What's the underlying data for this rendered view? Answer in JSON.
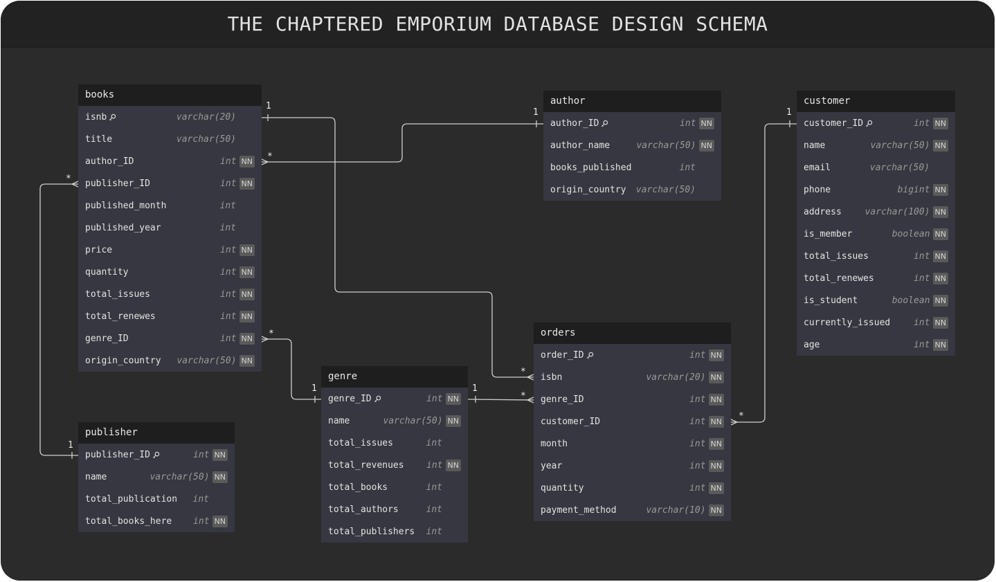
{
  "title": "THE CHAPTERED EMPORIUM DATABASE DESIGN SCHEMA",
  "colors": {
    "background": "#2b2b2b",
    "table_body": "#363740",
    "table_header": "#1e1e1e",
    "link": "#cfcfcf",
    "badge": "#5a5a5a"
  },
  "tables": {
    "books": {
      "name": "books",
      "fields": [
        {
          "name": "isnb",
          "type": "varchar(20)",
          "key": true,
          "nn": false
        },
        {
          "name": "title",
          "type": "varchar(50)",
          "key": false,
          "nn": false
        },
        {
          "name": "author_ID",
          "type": "int",
          "key": false,
          "nn": true
        },
        {
          "name": "publisher_ID",
          "type": "int",
          "key": false,
          "nn": true
        },
        {
          "name": "published_month",
          "type": "int",
          "key": false,
          "nn": false
        },
        {
          "name": "published_year",
          "type": "int",
          "key": false,
          "nn": false
        },
        {
          "name": "price",
          "type": "int",
          "key": false,
          "nn": true
        },
        {
          "name": "quantity",
          "type": "int",
          "key": false,
          "nn": true
        },
        {
          "name": "total_issues",
          "type": "int",
          "key": false,
          "nn": true
        },
        {
          "name": "total_renewes",
          "type": "int",
          "key": false,
          "nn": true
        },
        {
          "name": "genre_ID",
          "type": "int",
          "key": false,
          "nn": true
        },
        {
          "name": "origin_country",
          "type": "varchar(50)",
          "key": false,
          "nn": true
        }
      ]
    },
    "publisher": {
      "name": "publisher",
      "fields": [
        {
          "name": "publisher_ID",
          "type": "int",
          "key": true,
          "nn": true
        },
        {
          "name": "name",
          "type": "varchar(50)",
          "key": false,
          "nn": true
        },
        {
          "name": "total_publication",
          "type": "int",
          "key": false,
          "nn": false
        },
        {
          "name": "total_books_here",
          "type": "int",
          "key": false,
          "nn": true
        }
      ]
    },
    "genre": {
      "name": "genre",
      "fields": [
        {
          "name": "genre_ID",
          "type": "int",
          "key": true,
          "nn": true
        },
        {
          "name": "name",
          "type": "varchar(50)",
          "key": false,
          "nn": true
        },
        {
          "name": "total_issues",
          "type": "int",
          "key": false,
          "nn": false
        },
        {
          "name": "total_revenues",
          "type": "int",
          "key": false,
          "nn": true
        },
        {
          "name": "total_books",
          "type": "int",
          "key": false,
          "nn": false
        },
        {
          "name": "total_authors",
          "type": "int",
          "key": false,
          "nn": false
        },
        {
          "name": "total_publishers",
          "type": "int",
          "key": false,
          "nn": false
        }
      ]
    },
    "author": {
      "name": "author",
      "fields": [
        {
          "name": "author_ID",
          "type": "int",
          "key": true,
          "nn": true
        },
        {
          "name": "author_name",
          "type": "varchar(50)",
          "key": false,
          "nn": true
        },
        {
          "name": "books_published",
          "type": "int",
          "key": false,
          "nn": false
        },
        {
          "name": "origin_country",
          "type": "varchar(50)",
          "key": false,
          "nn": false
        }
      ]
    },
    "orders": {
      "name": "orders",
      "fields": [
        {
          "name": "order_ID",
          "type": "int",
          "key": true,
          "nn": true
        },
        {
          "name": "isbn",
          "type": "varchar(20)",
          "key": false,
          "nn": true
        },
        {
          "name": "genre_ID",
          "type": "int",
          "key": false,
          "nn": true
        },
        {
          "name": "customer_ID",
          "type": "int",
          "key": false,
          "nn": true
        },
        {
          "name": "month",
          "type": "int",
          "key": false,
          "nn": true
        },
        {
          "name": "year",
          "type": "int",
          "key": false,
          "nn": true
        },
        {
          "name": "quantity",
          "type": "int",
          "key": false,
          "nn": true
        },
        {
          "name": "payment_method",
          "type": "varchar(10)",
          "key": false,
          "nn": true
        }
      ]
    },
    "customer": {
      "name": "customer",
      "fields": [
        {
          "name": "customer_ID",
          "type": "int",
          "key": true,
          "nn": true
        },
        {
          "name": "name",
          "type": "varchar(50)",
          "key": false,
          "nn": true
        },
        {
          "name": "email",
          "type": "varchar(50)",
          "key": false,
          "nn": false
        },
        {
          "name": "phone",
          "type": "bigint",
          "key": false,
          "nn": true
        },
        {
          "name": "address",
          "type": "varchar(100)",
          "key": false,
          "nn": true
        },
        {
          "name": "is_member",
          "type": "boolean",
          "key": false,
          "nn": true
        },
        {
          "name": "total_issues",
          "type": "int",
          "key": false,
          "nn": true
        },
        {
          "name": "total_renewes",
          "type": "int",
          "key": false,
          "nn": true
        },
        {
          "name": "is_student",
          "type": "boolean",
          "key": false,
          "nn": true
        },
        {
          "name": "currently_issued",
          "type": "int",
          "key": false,
          "nn": true
        },
        {
          "name": "age",
          "type": "int",
          "key": false,
          "nn": true
        }
      ]
    }
  },
  "nn_label": "NN",
  "relationships": [
    {
      "from": "books.isnb",
      "to": "orders.isbn",
      "from_card": "1",
      "to_card": "*"
    },
    {
      "from": "author.author_ID",
      "to": "books.author_ID",
      "from_card": "1",
      "to_card": "*"
    },
    {
      "from": "publisher.publisher_ID",
      "to": "books.publisher_ID",
      "from_card": "1",
      "to_card": "*"
    },
    {
      "from": "genre.genre_ID",
      "to": "books.genre_ID",
      "from_card": "1",
      "to_card": "*"
    },
    {
      "from": "genre.genre_ID",
      "to": "orders.genre_ID",
      "from_card": "1",
      "to_card": "*"
    },
    {
      "from": "customer.customer_ID",
      "to": "orders.customer_ID",
      "from_card": "1",
      "to_card": "*"
    }
  ]
}
